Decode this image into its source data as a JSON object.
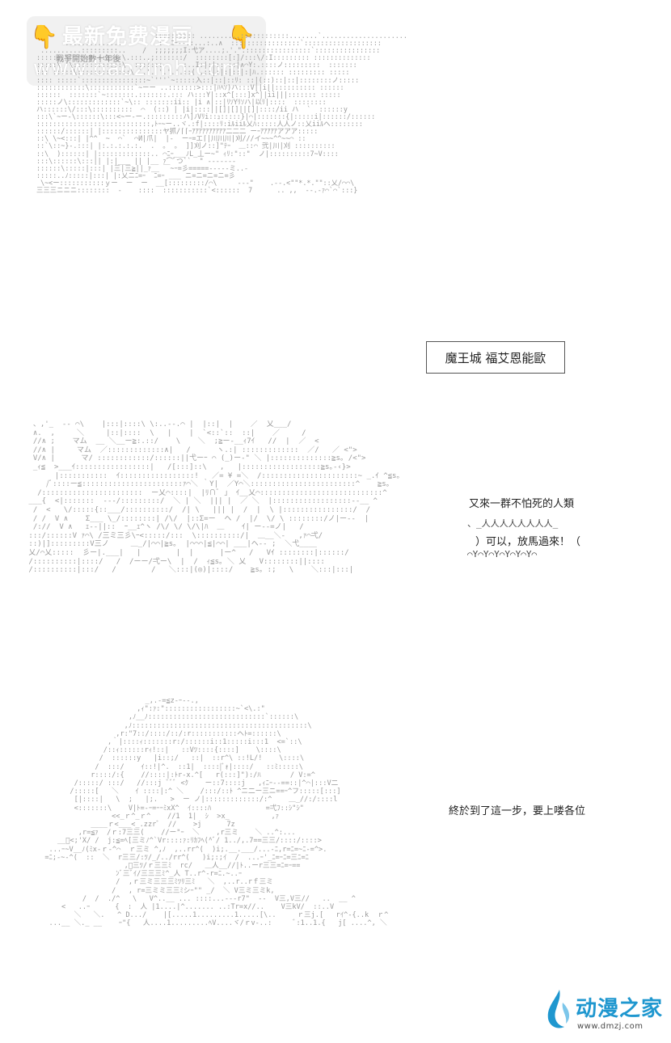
{
  "watermark": {
    "left_icon": "pointing-down-hand-icon",
    "right_icon": "pointing-down-hand-icon",
    "title": "最新免费漫画",
    "url": "www.baozimh.com",
    "sub": "戰爭開始數十年後"
  },
  "panel_1": {
    "name_box": "魔王城 福艾恩能歐"
  },
  "panel_2": {
    "caption": "又來一群不怕死的人類",
    "speech_top": "、_人人人人人人人人_",
    "speech": "）可以，放馬過來！（",
    "speech_bottom": "⌒Y⌒Y⌒Y⌒Y⌒Y⌒Y⌒"
  },
  "panel_3": {
    "caption": "終於到了這一步，要上喽各位"
  },
  "logo": {
    "icon": "water-drop-logo-icon",
    "name": "动漫之家",
    "url": "www.dmzj.com",
    "accent": "#1f97cf"
  }
}
